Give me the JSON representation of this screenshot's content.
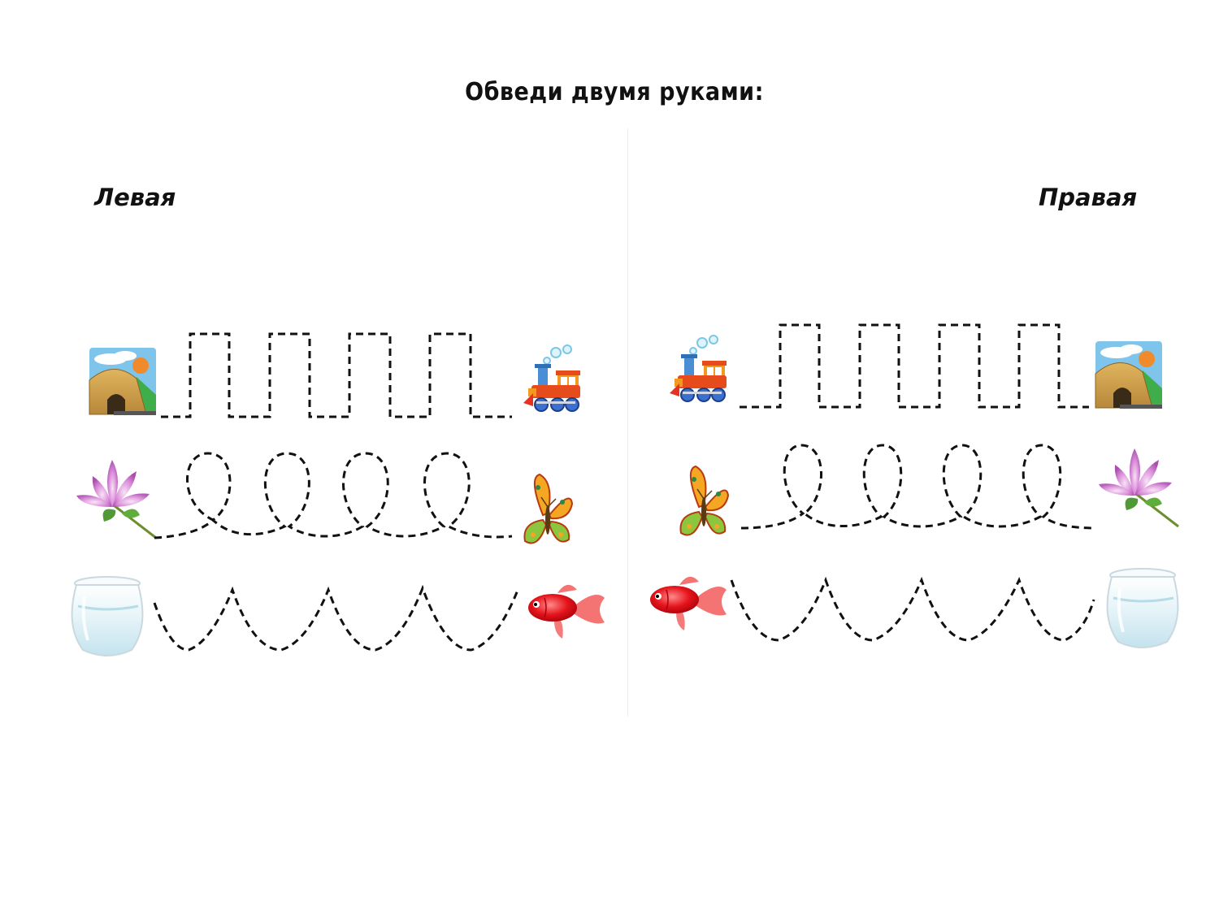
{
  "title": "Обведи двумя руками:",
  "labels": {
    "left": "Левая",
    "right": "Правая"
  },
  "colors": {
    "trace": "#111111",
    "divider": "#ececec"
  },
  "rows": [
    {
      "pattern": "square-wave",
      "left_half": [
        "tunnel-icon",
        "train-icon"
      ],
      "right_half": [
        "train-icon",
        "tunnel-icon"
      ]
    },
    {
      "pattern": "loops",
      "left_half": [
        "flower-icon",
        "butterfly-icon"
      ],
      "right_half": [
        "butterfly-icon",
        "flower-icon"
      ]
    },
    {
      "pattern": "zigzag",
      "left_half": [
        "fishbowl-icon",
        "goldfish-icon"
      ],
      "right_half": [
        "goldfish-icon",
        "fishbowl-icon"
      ]
    }
  ]
}
